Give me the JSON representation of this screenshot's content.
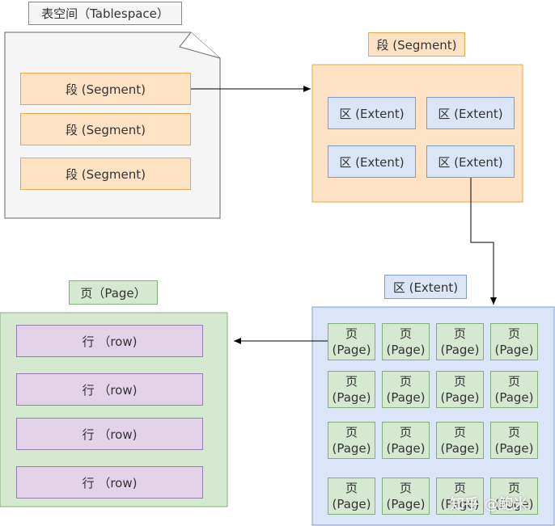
{
  "tablespace": {
    "title": "表空间（Tablespace）",
    "segments": [
      "段 (Segment)",
      "段 (Segment)",
      "段 (Segment)"
    ]
  },
  "segment": {
    "title": "段 (Segment)",
    "extents": [
      "区 (Extent)",
      "区 (Extent)",
      "区 (Extent)",
      "区 (Extent)"
    ]
  },
  "extent": {
    "title": "区 (Extent)",
    "page_top": "页",
    "page_bottom": "(Page)"
  },
  "page": {
    "title": "页（Page）",
    "rows": [
      "行  （row)",
      "行  （row)",
      "行  （row)",
      "行  （row)"
    ]
  },
  "watermark": "知乎 @鲍米",
  "colors": {
    "tablespace_bg": "#f5f5f5",
    "segment_bg": "#fde3c4",
    "extent_bg": "#dae6f7",
    "page_bg": "#d4e9d0",
    "row_bg": "#e3d3e8"
  }
}
